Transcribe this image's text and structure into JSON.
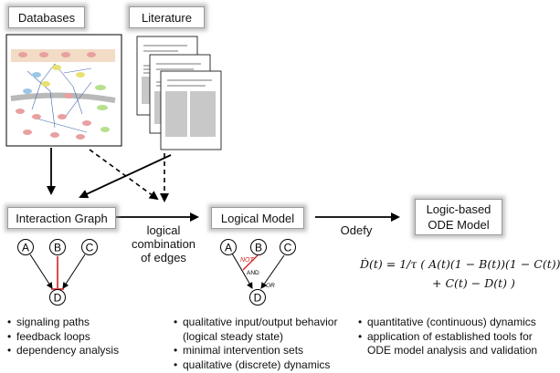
{
  "sources": {
    "databases": "Databases",
    "literature": "Literature"
  },
  "boxes": {
    "interaction_graph": "Interaction Graph",
    "logical_model": "Logical Model",
    "logic_based_ode": "Logic-based ODE Model"
  },
  "edges": {
    "logical_combination": "logical combination of edges",
    "odefy": "Odefy"
  },
  "nodes": {
    "a": "A",
    "b": "B",
    "c": "C",
    "d": "D"
  },
  "gate_labels": {
    "not": "NOT",
    "and": "AND",
    "or": "OR"
  },
  "equation": {
    "line1": "Ḋ(t) = 1/τ ( A(t)(1 − B(t))(1 − C(t))",
    "line2": "+ C(t) − D(t) )"
  },
  "bullets": {
    "graph": [
      "signaling paths",
      "feedback loops",
      "dependency analysis"
    ],
    "logical": [
      "qualitative input/output behavior (logical steady state)",
      "minimal intervention sets",
      "qualitative (discrete) dynamics"
    ],
    "ode": [
      "quantitative (continuous) dynamics",
      "application of established tools for ODE model analysis and validation"
    ]
  },
  "colors": {
    "inhibition": "#d42020",
    "arrow": "#000000",
    "box_shadow": "#969696"
  }
}
